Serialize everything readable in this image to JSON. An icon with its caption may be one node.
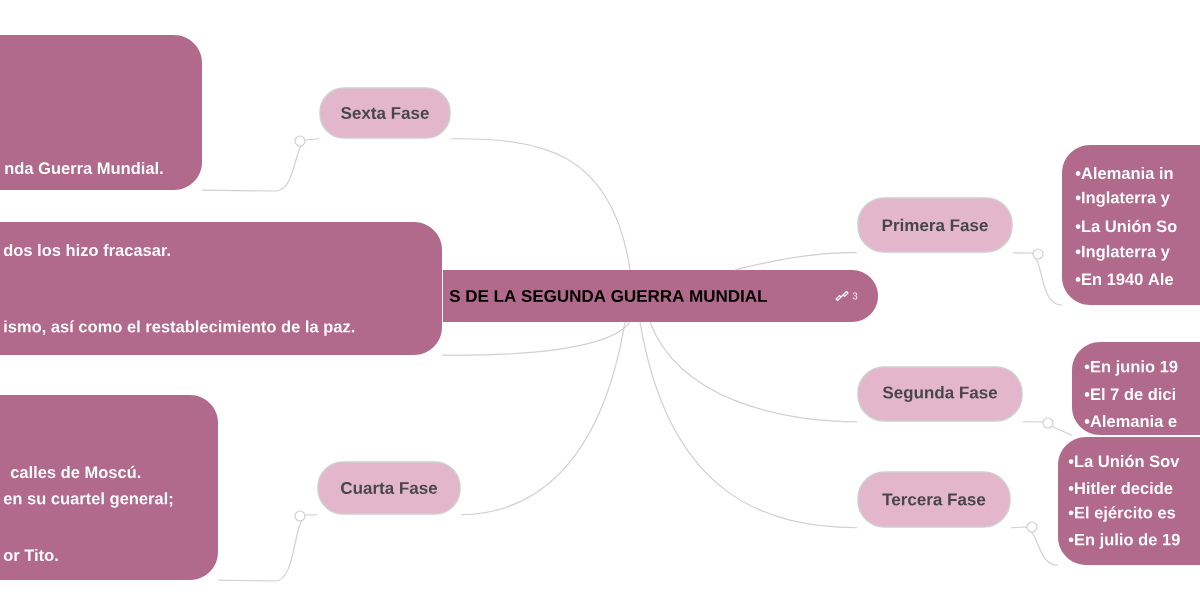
{
  "diagram": {
    "nodes": [
      {
        "text": [
          "S DE LA SEGUNDA GUERRA MUNDIAL",
          "3"
        ]
      },
      {
        "text": [
          "Sexta Fase"
        ]
      },
      {
        "text": [
          "nda Guerra Mundial."
        ]
      },
      {
        "text": [
          "dos los hizo fracasar.",
          "ismo, así como el restablecimiento de la paz."
        ]
      },
      {
        "text": [
          "Cuarta Fase"
        ]
      },
      {
        "text": [
          "calles de Moscú.",
          "en su cuartel general;",
          "or Tito."
        ]
      },
      {
        "text": [
          "Primera Fase"
        ]
      },
      {
        "text": [
          "•Alemania in",
          "•Inglaterra y",
          "•La Unión So",
          "•Inglaterra y",
          "•En 1940 Ale"
        ]
      },
      {
        "text": [
          "Segunda Fase"
        ]
      },
      {
        "text": [
          "•En junio 19",
          "•El 7 de dici",
          "•Alemania e"
        ]
      },
      {
        "text": [
          "Tercera Fase"
        ]
      },
      {
        "text": [
          "•La Unión Sov",
          "•Hitler decide",
          "•El ejército es",
          "•En julio de 19"
        ]
      }
    ],
    "edges": [
      {
        "from": 0,
        "to": 1,
        "arrow": "none"
      },
      {
        "from": 1,
        "to": 2,
        "arrow": "none"
      },
      {
        "from": 0,
        "to": 3,
        "arrow": "none"
      },
      {
        "from": 0,
        "to": 4,
        "arrow": "none"
      },
      {
        "from": 4,
        "to": 5,
        "arrow": "none"
      },
      {
        "from": 0,
        "to": 6,
        "arrow": "none"
      },
      {
        "from": 6,
        "to": 7,
        "arrow": "none"
      },
      {
        "from": 0,
        "to": 8,
        "arrow": "none"
      },
      {
        "from": 8,
        "to": 9,
        "arrow": "none"
      },
      {
        "from": 0,
        "to": 10,
        "arrow": "none"
      },
      {
        "from": 10,
        "to": 11,
        "arrow": "none"
      }
    ]
  }
}
